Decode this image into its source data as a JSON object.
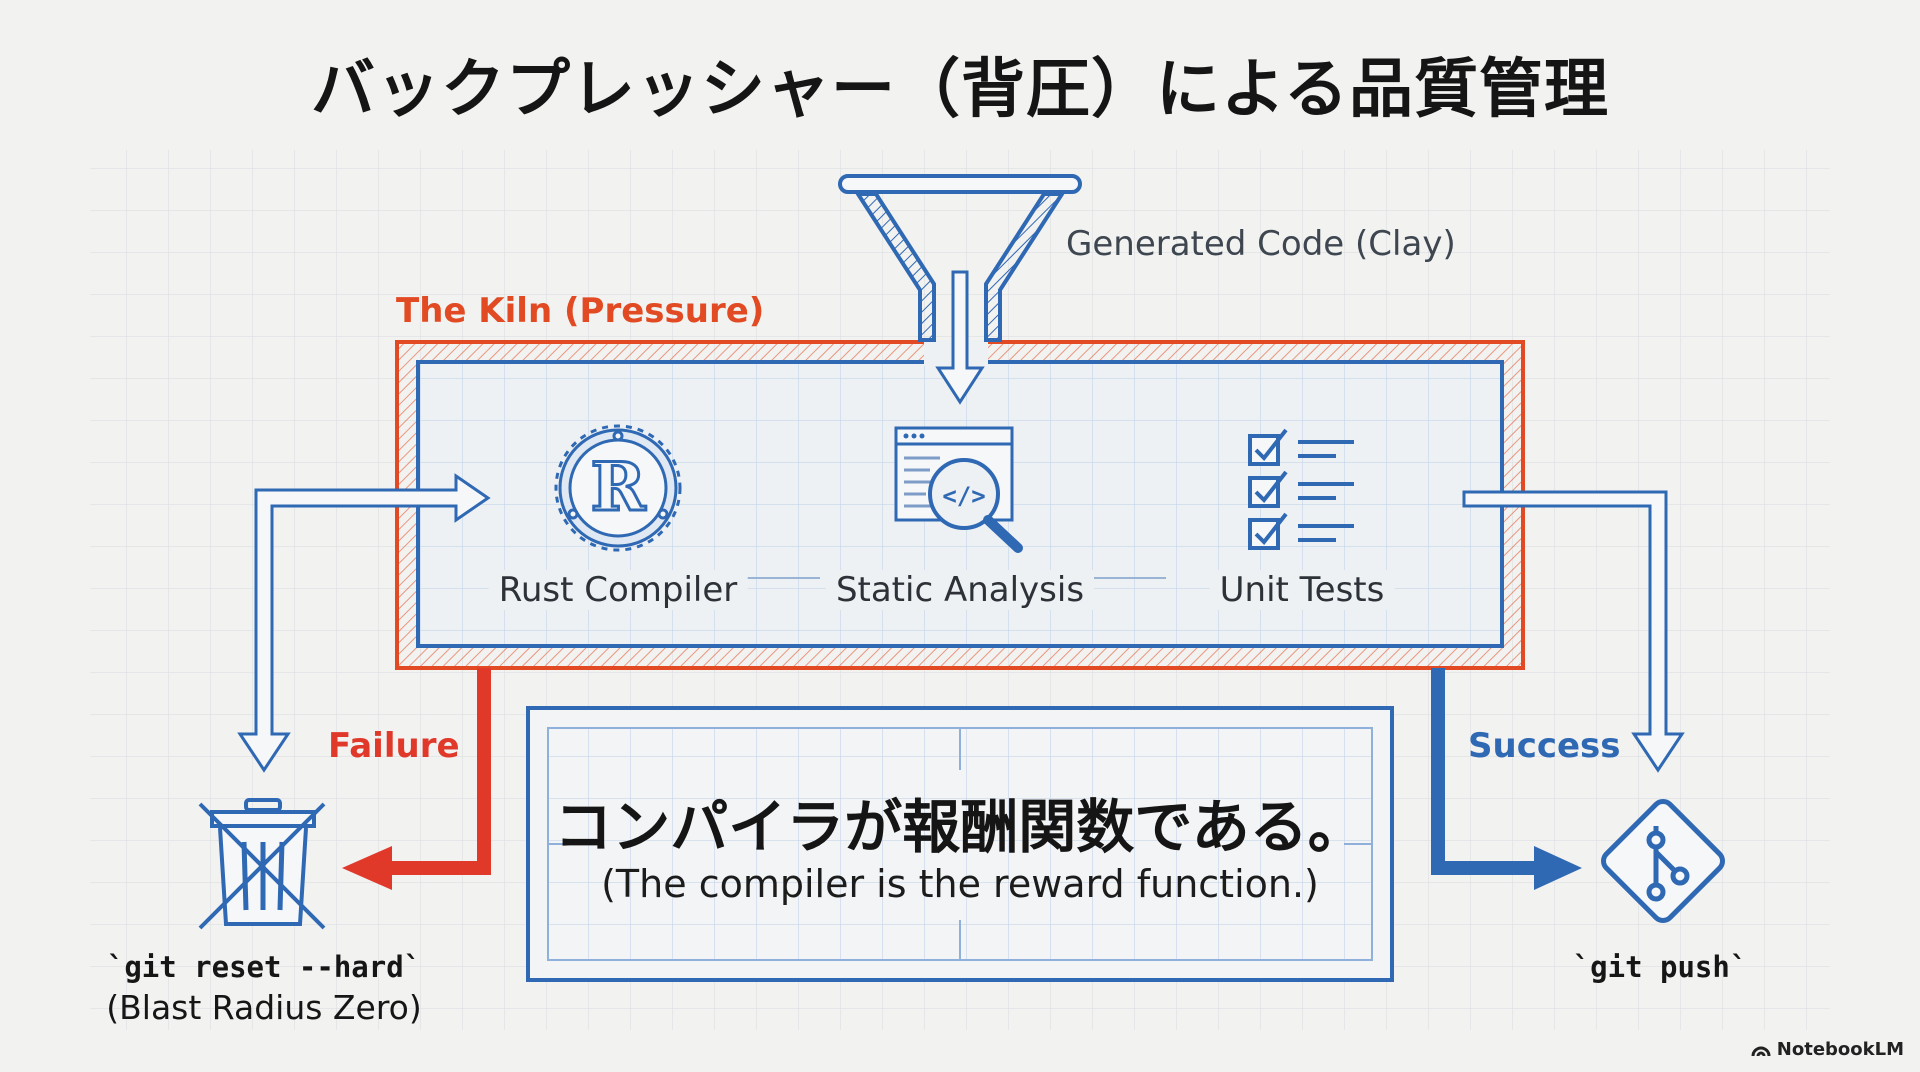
{
  "title": "バックプレッシャー（背圧）による品質管理",
  "funnel_label": "Generated Code (Clay)",
  "kiln_label": "The Kiln (Pressure)",
  "tools": [
    {
      "label": "Rust Compiler",
      "icon": "rust-logo-icon"
    },
    {
      "label": "Static Analysis",
      "icon": "code-search-icon"
    },
    {
      "label": "Unit Tests",
      "icon": "checklist-icon"
    }
  ],
  "failure": {
    "label": "Failure",
    "command": "`git reset --hard`",
    "note": "(Blast Radius Zero)",
    "icon": "crossed-trash-icon"
  },
  "success": {
    "label": "Success",
    "command": "`git push`",
    "icon": "git-logo-icon"
  },
  "center_box": {
    "text_jp": "コンパイラが報酬関数である。",
    "text_en": "(The compiler is the reward function.)"
  },
  "brand": "NotebookLM",
  "colors": {
    "blue": "#2f68b3",
    "orange": "#e14a22",
    "red": "#e0392a",
    "background": "#f2f2f1"
  }
}
